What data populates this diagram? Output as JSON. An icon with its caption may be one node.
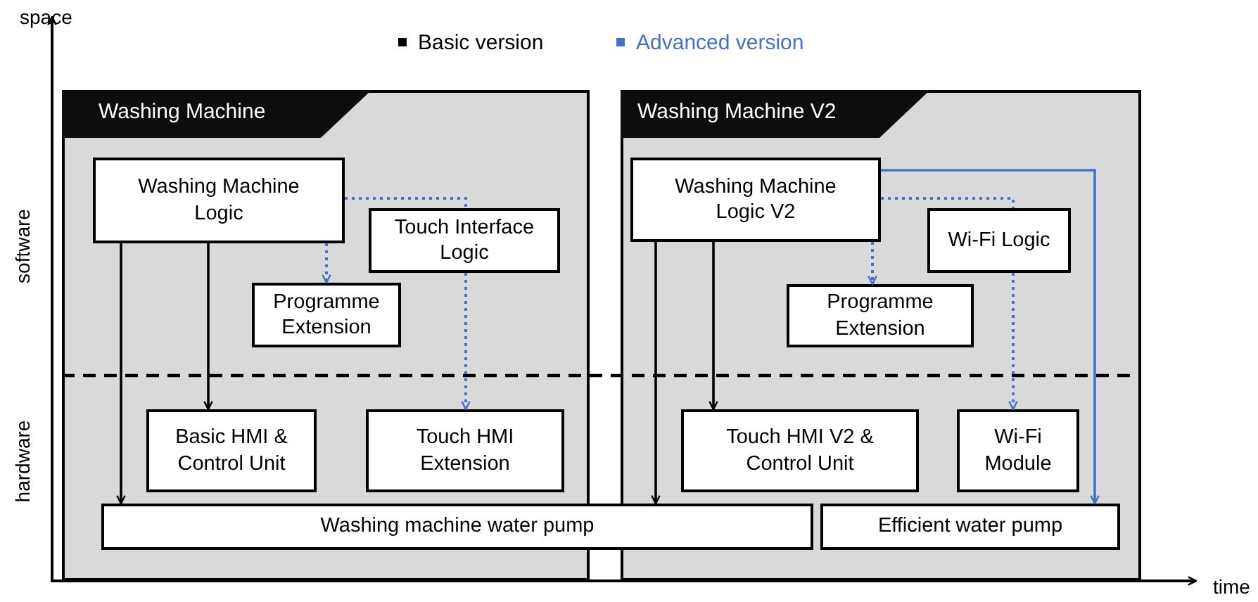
{
  "diagram": {
    "nodes": [
      {
        "text": [
          "Washing Machine"
        ]
      },
      {
        "text": [
          "Washing Machine Logic"
        ],
        "in": 0
      },
      {
        "text": [
          "Touch Interface Logic"
        ],
        "in": 0
      },
      {
        "text": [
          "Programme Extension"
        ],
        "in": 0
      },
      {
        "text": [
          "Basic HMI & Control Unit"
        ],
        "in": 0
      },
      {
        "text": [
          "Touch HMI Extension"
        ],
        "in": 0
      },
      {
        "text": [
          "Washing machine water pump"
        ]
      },
      {
        "text": [
          "Washing Machine V2"
        ]
      },
      {
        "text": [
          "Washing Machine Logic V2"
        ],
        "in": 7
      },
      {
        "text": [
          "Wi-Fi Logic"
        ],
        "in": 7
      },
      {
        "text": [
          "Programme Extension"
        ],
        "in": 7
      },
      {
        "text": [
          "Touch HMI V2 & Control Unit"
        ],
        "in": 7
      },
      {
        "text": [
          "Wi-Fi Module"
        ],
        "in": 7
      },
      {
        "text": [
          "Efficient water pump"
        ],
        "in": 7
      }
    ],
    "edges": [
      {
        "from": 1,
        "to": 6,
        "arrow": "to",
        "color": "#000000"
      },
      {
        "from": 1,
        "to": 4,
        "arrow": "to",
        "color": "#000000"
      },
      {
        "from": 1,
        "to": 3,
        "arrow": "to",
        "style": "dashed"
      },
      {
        "from": 1,
        "to": 2,
        "arrow": "none",
        "style": "dashed"
      },
      {
        "from": 2,
        "to": 5,
        "arrow": "to",
        "style": "dashed"
      },
      {
        "from": 8,
        "to": 6,
        "arrow": "to",
        "color": "#000000"
      },
      {
        "from": 8,
        "to": 11,
        "arrow": "to",
        "color": "#000000"
      },
      {
        "from": 8,
        "to": 10,
        "arrow": "to",
        "style": "dashed"
      },
      {
        "from": 8,
        "to": 9,
        "arrow": "none",
        "style": "dashed"
      },
      {
        "from": 9,
        "to": 12,
        "arrow": "to",
        "style": "dashed"
      },
      {
        "from": 8,
        "to": 13,
        "arrow": "to"
      }
    ],
    "labels": [
      "space",
      "software",
      "hardware",
      "time"
    ],
    "legend": [
      {
        "text": "Basic version",
        "color": "#000000"
      },
      {
        "text": "Advanced version",
        "color": "#4472c4"
      }
    ]
  }
}
